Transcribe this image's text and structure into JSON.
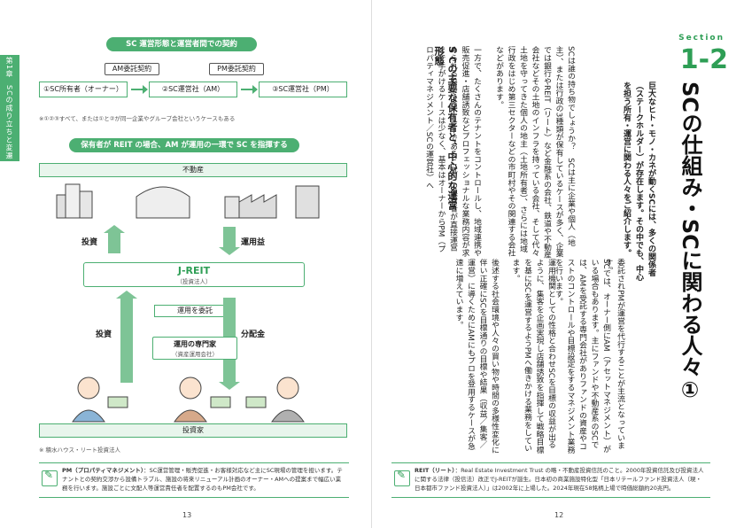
{
  "left": {
    "chapter": "第1章",
    "chapter_title": "SCの成り立ちと変遷",
    "diagram1": {
      "title": "SC 運営形態と運営者間での契約",
      "contract_am": "AM委託契約",
      "contract_pm": "PM委託契約",
      "box1": "①SC所有者（オーナー）",
      "box2": "②SC運営社（AM）",
      "box3": "③SC運営社（PM）",
      "note": "※①②③すべて、または①と②が同一企業やグループ会社というケースもある"
    },
    "diagram2": {
      "title": "保有者が REIT の場合、AM が運用の一環で SC を指揮する",
      "property": "不動産",
      "invest_label": "投資",
      "income_label": "運用益",
      "reit": "J-REIT",
      "reit_sub": "（投資法人）",
      "entrust": "運用を委託",
      "expert": "運用の専門家",
      "expert_sub": "（資産運用会社）",
      "invest2": "投資",
      "dividend": "分配金",
      "investor": "投資家",
      "footnote": "※ 積水ハウス・リート投資法人"
    },
    "memo": {
      "term": "PM（プロパティマネジメント）",
      "text": "：SC運営管理・販売促進・お客様対応など主にSC現場の管理を担います。テナントとの契約交渉から設備トラブル、施設の将来リニューアル計画のオーナー・AMへの提案まで幅広い業務を行います。施設ごとに文配人等運営責任者を配置するのもPM会社です。"
    },
    "page": "13",
    "body_col1": "S Cの主要な保有者と、中心的な運営形態",
    "body": [
      "SCは誰の持ち物でしょうか？　SCは主に企業や個人（地主）、または行政の3種類が保有しているケースが多く、企業では銀行やREIT（リート）など金融系の会社、鉄道や不動産会社などその土地のインフラを持っている会社、そして代々土地を守ってきた個人の地主（土地所有者）、さらには地域行政をはじめ第三セクターなどの市町村やその関連する会社などがあります。",
      "一方で、たくさんのテナントをコントロールし、地域連携や販売促進・店舗誘致などプロフェッショナルな業務内容が求められるSCではオーナーであるこれらの保有者が直接運営まで手がけるケースは少なく、基本はオーナーからPM（プロパティマネジメント／SCの運営社）へ"
    ]
  },
  "right": {
    "section_label": "Section",
    "section_num": "1-2",
    "title": "SCの仕組み・SCに関わる人々①",
    "lead": "巨大なヒト・モノ・カネが動くSCには、多くの関係者（ステークホルダー）が存在します。その中でも、中心を担う所有・運営に関わる人々をご紹介します。",
    "body": [
      "委託されPMが運営を代行することが主流となっています。",
      "SCでは、オーナー側にAM（アセットマネジメント）がいる場合もあります。主にファンドや不動産系のSCでは、AMを受託する専門会社がありファンドの資産やコストのコントロールや目標設定をするマネジメント業務を行います。",
      "運用機関としての性格と合わせSCを目標の収益が出るように、集客を企画実現し店舗誘致を指揮して戦略目標を基にSCを運営するようPMへ働きかける業務をしています。",
      "後述する社会環境や人々の買い物や時間の多様性変化に伴い正確にSCを目標通りの目標や結果（収益／集客／運営）に導くためにAMにもプロを登用するケースが急速に増えています。"
    ],
    "memo": {
      "term": "REIT（リート）",
      "text": "：Real Estate Investment Trust の略・不動産投資信託のこと。2000年投資信託及び投資法人に関する法律（投信法）改正でJ-REITが誕生。日本初の商業施設特化型「日本リテールファンド投資法人（現・日本都市ファンド投資法人）」は2002年に上場した。2024年現在58銘柄上場で時価総額約20兆円。"
    },
    "page": "12"
  }
}
